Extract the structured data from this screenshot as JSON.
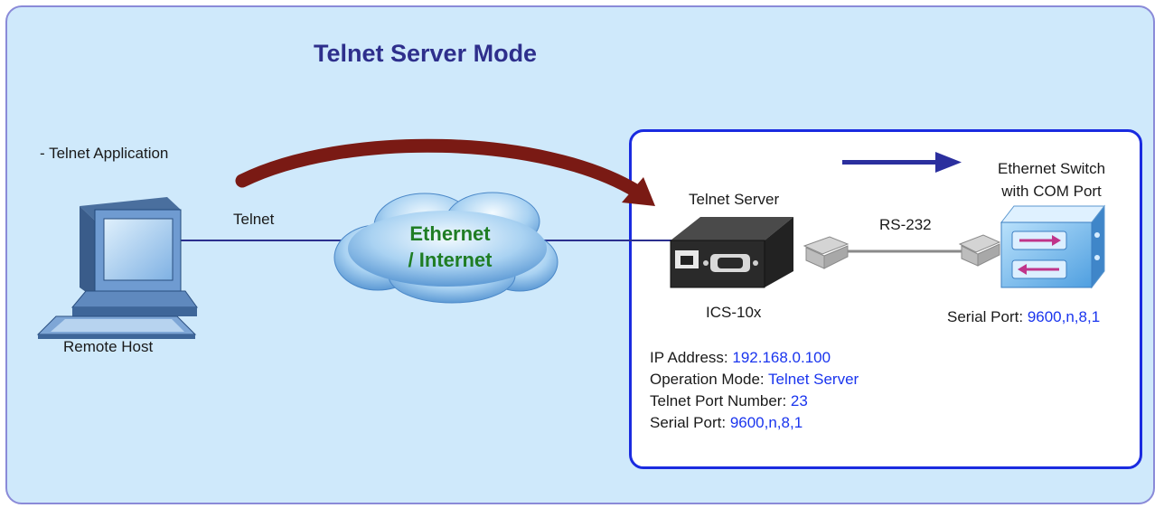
{
  "title": "Telnet Server Mode",
  "remote_host": {
    "application_label": "- Telnet Application",
    "label": "Remote Host"
  },
  "link_labels": {
    "telnet": "Telnet",
    "serial": "RS-232"
  },
  "cloud": {
    "line1": "Ethernet",
    "line2": "/ Internet"
  },
  "server": {
    "label": "Telnet Server",
    "model": "ICS-10x"
  },
  "switch": {
    "label": "Ethernet Switch\nwith COM Port",
    "serial_port_label": "Serial Port: ",
    "serial_port_value": "9600,n,8,1"
  },
  "config": [
    {
      "label": "IP Address: ",
      "value": "192.168.0.100"
    },
    {
      "label": "Operation Mode: ",
      "value": "Telnet Server"
    },
    {
      "label": "Telnet Port Number: ",
      "value": "23"
    },
    {
      "label": "Serial Port: ",
      "value": "9600,n,8,1"
    }
  ],
  "colors": {
    "panel_background": "#cfe9fb",
    "title": "#2e2f8c",
    "detail_border": "#1a2be0",
    "cloud_text": "#1f7d24",
    "big_arrow": "#7a1a14",
    "small_arrow": "#2b2f9e",
    "value_text": "#1a35ee"
  }
}
